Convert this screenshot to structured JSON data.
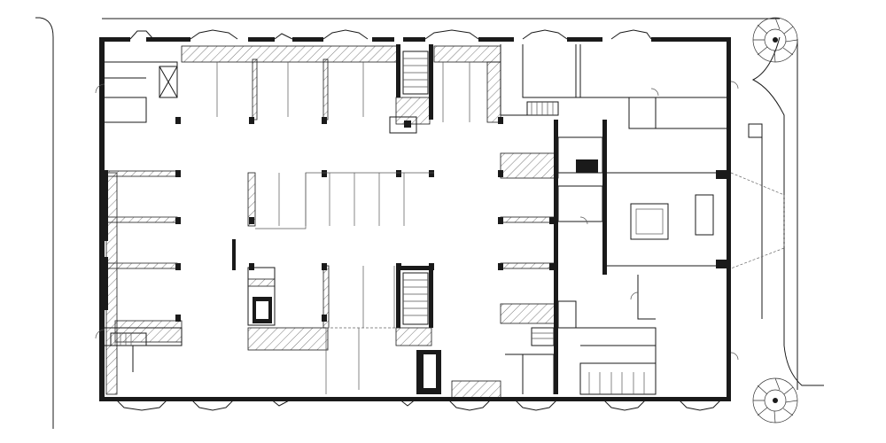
{
  "diagram": {
    "type": "architectural floor plan",
    "colors": {
      "wall": "#1a1a1a",
      "line": "#555555",
      "background": "#ffffff"
    },
    "features": [
      "parking-stalls",
      "stair-cores",
      "elevator-shafts",
      "courtyard",
      "street-trees"
    ]
  }
}
